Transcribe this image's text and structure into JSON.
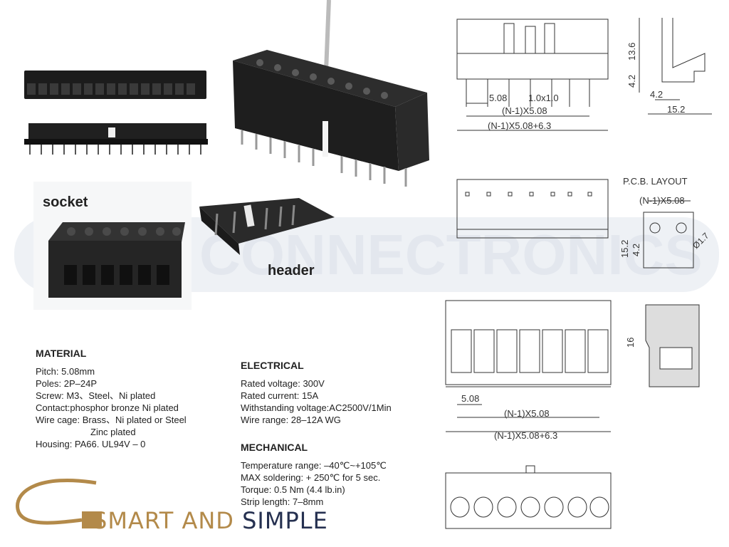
{
  "watermark": {
    "text": "CONNECTRONICS"
  },
  "photos": {
    "socket_label": "socket",
    "header_label": "header"
  },
  "drawings": {
    "top": {
      "dim_13_6": "13.6",
      "dim_4_2": "4.2",
      "dim_4_2_b": "4.2",
      "dim_15_2": "15.2",
      "pitch": "5.08",
      "pin": "1.0x1.0",
      "span": "(N-1)X5.08",
      "overall": "(N-1)X5.08+6.3"
    },
    "pcb": {
      "title": "P.C.B.  LAYOUT",
      "span": "(N-1)X5.08",
      "height": "15.2",
      "offset": "4.2",
      "hole": "Ø1.7"
    },
    "socket": {
      "height": "16",
      "pitch": "5.08",
      "span": "(N-1)X5.08",
      "overall": "(N-1)X5.08+6.3"
    }
  },
  "material": {
    "heading": "MATERIAL",
    "pitch": "Pitch:   5.08mm",
    "poles": "Poles:  2P–24P",
    "screw": "Screw: M3、Steel、Ni plated",
    "contact": "Contact:phosphor bronze Ni plated",
    "wire_cage": "Wire cage: Brass、Ni plated or Steel",
    "wire_cage_2": "Zinc plated",
    "housing": "Housing: PA66. UL94V – 0"
  },
  "electrical": {
    "heading": "ELECTRICAL",
    "voltage": "Rated voltage: 300V",
    "current": "Rated current:  15A",
    "withstand": "Withstanding voltage:AC2500V/1Min",
    "wire_range": "Wire range: 28–12A WG"
  },
  "mechanical": {
    "heading": "MECHANICAL",
    "temp": "Temperature range: –40℃~+105℃",
    "solder": "MAX soldering: + 250℃ for 5 sec.",
    "torque": "Torque: 0.5 Nm (4.4 lb.in)",
    "strip": "Strip length: 7–8mm"
  },
  "logo": {
    "part1": "SMART AND ",
    "part2": "SIMPLE"
  }
}
